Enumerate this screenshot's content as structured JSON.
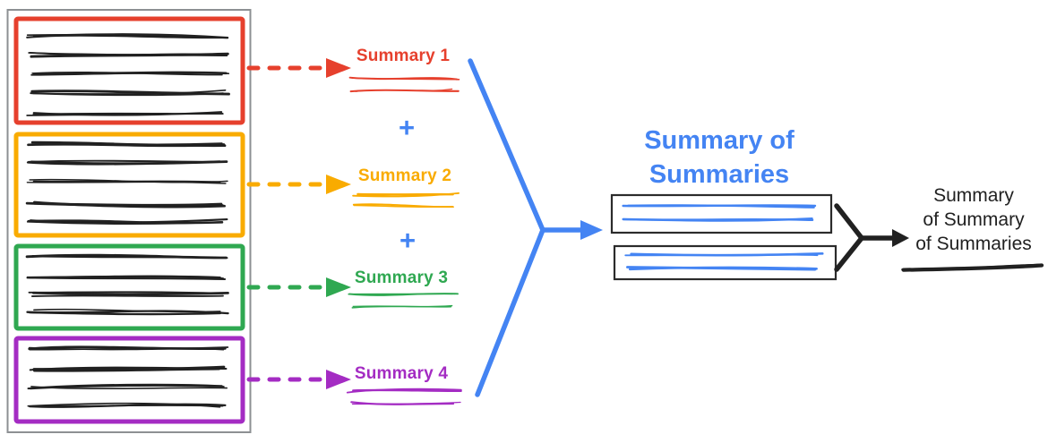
{
  "palette": {
    "red": "#E6402D",
    "yellow": "#F9AB00",
    "green": "#2FA851",
    "purple": "#A42CC3",
    "blue": "#4484F3",
    "ink": "#212121",
    "frame_gray": "#8D9093",
    "box_ink": "#2B2B2B",
    "background": "#FFFFFF"
  },
  "summaries": [
    {
      "label": "Summary 1",
      "color_key": "red"
    },
    {
      "label": "Summary 2",
      "color_key": "yellow"
    },
    {
      "label": "Summary 3",
      "color_key": "green"
    },
    {
      "label": "Summary 4",
      "color_key": "purple"
    }
  ],
  "operator": {
    "plus": "+"
  },
  "merged_summary": {
    "title_lines": [
      "Summary of",
      "Summaries"
    ]
  },
  "final_summary": {
    "lines": [
      "Summary",
      "of Summary",
      "of Summaries"
    ]
  }
}
